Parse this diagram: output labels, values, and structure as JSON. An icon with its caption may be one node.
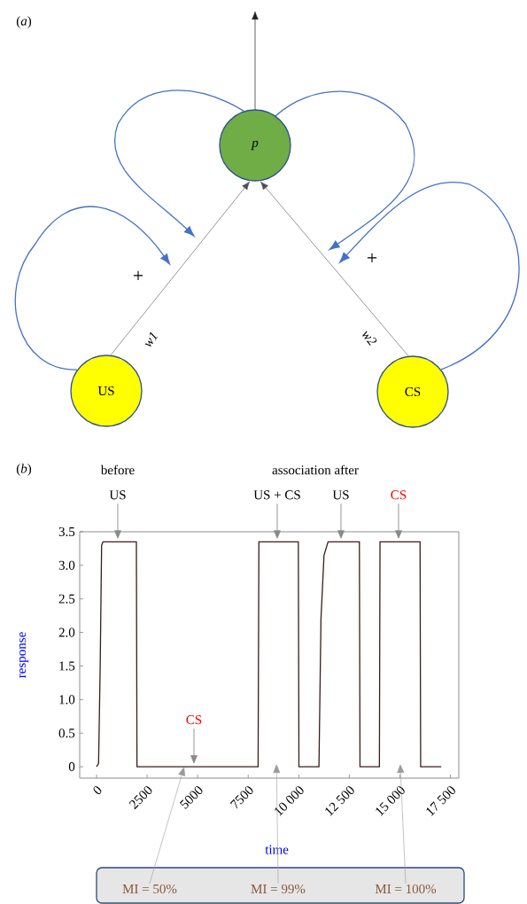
{
  "diagram": {
    "nodes": [
      {
        "text": [
          "p"
        ]
      },
      {
        "text": [
          "US"
        ]
      },
      {
        "text": [
          "CS"
        ]
      },
      {
        "text": [],
        "shape": "box"
      },
      {
        "text": [
          "MI = 50%"
        ],
        "in": 3
      },
      {
        "text": [
          "MI = 99%"
        ],
        "in": 3
      },
      {
        "text": [
          "MI = 100%"
        ],
        "in": 3
      }
    ],
    "edges": [
      {
        "from": 1,
        "to": 0,
        "arrow": "to",
        "label": "w1",
        "color": "#505050"
      },
      {
        "from": 2,
        "to": 0,
        "arrow": "to",
        "label": "w2",
        "color": "#505050"
      },
      {
        "from": 0,
        "to": null,
        "arrow": "to",
        "color": "#202020"
      },
      {
        "from": 1,
        "to": null,
        "arrow": "to",
        "color": "#4472c4"
      },
      {
        "from": 0,
        "to": null,
        "arrow": "to",
        "color": "#4472c4"
      },
      {
        "from": 0,
        "to": null,
        "arrow": "to",
        "color": "#4472c4"
      },
      {
        "from": 2,
        "to": null,
        "arrow": "to",
        "color": "#4472c4"
      },
      {
        "from": 4,
        "to": null,
        "arrow": "to",
        "color": "#9a9a9a"
      },
      {
        "from": 5,
        "to": null,
        "arrow": "to",
        "color": "#9a9a9a"
      },
      {
        "from": 6,
        "to": null,
        "arrow": "to",
        "color": "#9a9a9a"
      }
    ],
    "labels": [
      "(*a*)",
      "+",
      "+",
      "(*b*)",
      "before",
      "association after"
    ],
    "chart_data": {
      "type": "line",
      "xlabel": "time",
      "ylabel": "response",
      "x": [
        0,
        100,
        180,
        250,
        320,
        1970,
        2000,
        7990,
        8030,
        9980,
        10010,
        11000,
        11100,
        11250,
        11450,
        13000,
        13030,
        13990,
        14020,
        16000,
        16030,
        17050
      ],
      "series": [
        {
          "color": "#3a1c1c",
          "values": [
            0,
            0.05,
            1.5,
            3.3,
            3.35,
            3.35,
            0,
            0,
            3.35,
            3.35,
            0,
            0,
            2.2,
            3.15,
            3.35,
            3.35,
            0,
            0,
            3.35,
            3.35,
            0,
            0
          ]
        }
      ],
      "xlim": [
        -833,
        17917
      ],
      "ylim": [
        -0.17,
        3.5
      ],
      "xticks": [
        {
          "value": 0,
          "label": "0"
        },
        {
          "value": 2500,
          "label": "2500"
        },
        {
          "value": 5000,
          "label": "5000"
        },
        {
          "value": 7500,
          "label": "7500"
        },
        {
          "value": 10000,
          "label": "10 000"
        },
        {
          "value": 12500,
          "label": "12 500"
        },
        {
          "value": 15000,
          "label": "15 000"
        },
        {
          "value": 17500,
          "label": "17 500"
        }
      ],
      "yticks": [
        {
          "value": 0,
          "label": "0"
        },
        {
          "value": 0.5,
          "label": "0.5"
        },
        {
          "value": 1.0,
          "label": "1.0"
        },
        {
          "value": 1.5,
          "label": "1.5"
        },
        {
          "value": 2.0,
          "label": "2.0"
        },
        {
          "value": 2.5,
          "label": "2.5"
        },
        {
          "value": 3.0,
          "label": "3.0"
        },
        {
          "value": 3.5,
          "label": "3.5"
        }
      ],
      "annotations": [
        "US",
        "CS",
        "US + CS",
        "US",
        "CS"
      ]
    }
  }
}
